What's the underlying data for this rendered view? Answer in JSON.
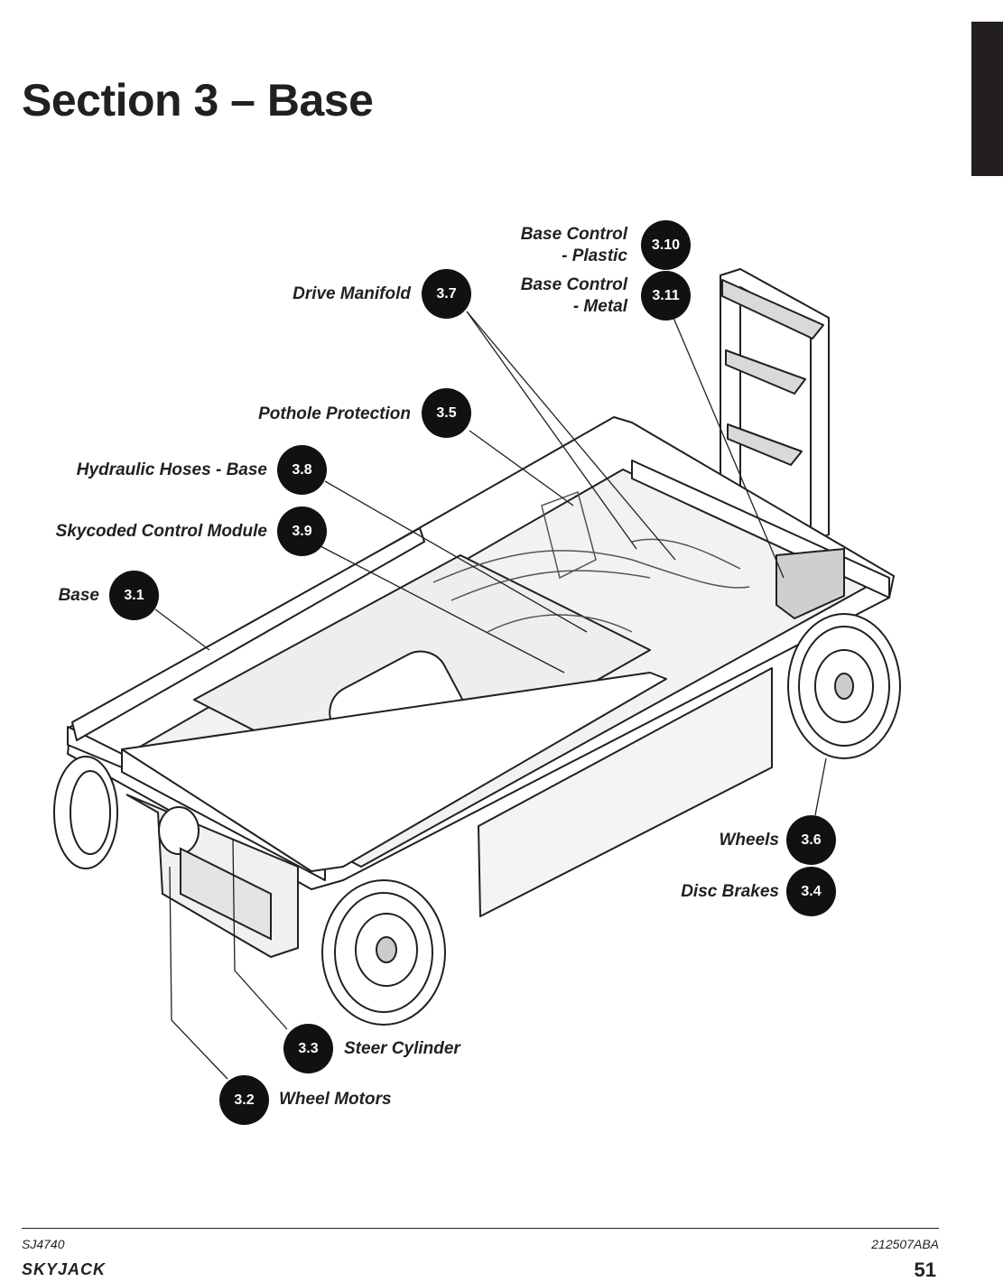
{
  "page": {
    "title": "Section 3 – Base",
    "tab_color": "#231f20"
  },
  "callouts": [
    {
      "id": "base-control-plastic",
      "number": "3.10",
      "label_line1": "Base Control",
      "label_line2": "- Plastic"
    },
    {
      "id": "base-control-metal",
      "number": "3.11",
      "label_line1": "Base Control",
      "label_line2": "- Metal"
    },
    {
      "id": "drive-manifold",
      "number": "3.7",
      "label": "Drive Manifold"
    },
    {
      "id": "pothole-protection",
      "number": "3.5",
      "label": "Pothole Protection"
    },
    {
      "id": "hydraulic-hoses-base",
      "number": "3.8",
      "label": "Hydraulic Hoses - Base"
    },
    {
      "id": "skycoded-control-module",
      "number": "3.9",
      "label": "Skycoded Control Module"
    },
    {
      "id": "base",
      "number": "3.1",
      "label": "Base"
    },
    {
      "id": "wheels",
      "number": "3.6",
      "label": "Wheels"
    },
    {
      "id": "disc-brakes",
      "number": "3.4",
      "label": "Disc Brakes"
    },
    {
      "id": "steer-cylinder",
      "number": "3.3",
      "label": "Steer Cylinder"
    },
    {
      "id": "wheel-motors",
      "number": "3.2",
      "label": "Wheel Motors"
    }
  ],
  "footer": {
    "model": "SJ4740",
    "doc_number": "212507ABA",
    "page_number": "51",
    "logo_text": "SKYJACK"
  },
  "colors": {
    "badge": "#111111",
    "text": "#231f20"
  }
}
